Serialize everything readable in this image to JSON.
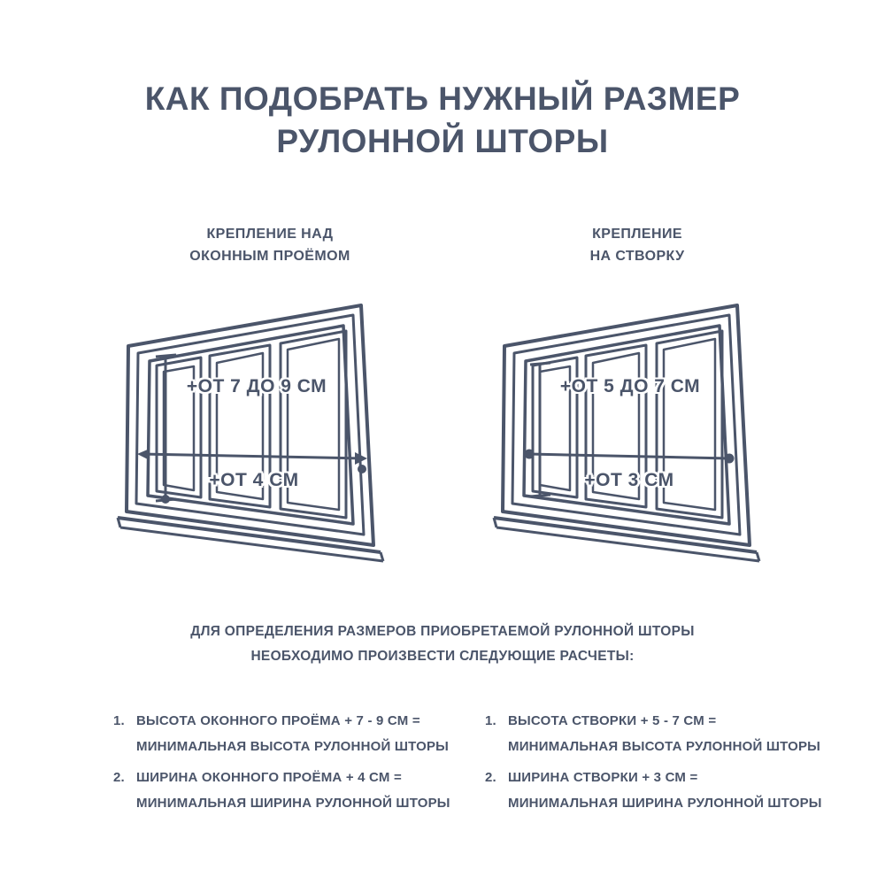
{
  "page": {
    "background": "#ffffff",
    "ink_color": "#4b556a"
  },
  "title": {
    "line1": "КАК ПОДОБРАТЬ НУЖНЫЙ РАЗМЕР",
    "line2": "РУЛОННОЙ ШТОРЫ"
  },
  "columns": {
    "left": {
      "subtitle_line1": "КРЕПЛЕНИЕ НАД",
      "subtitle_line2": "ОКОННЫМ ПРОЁМОМ",
      "height_note": "+ОТ 7 ДО 9 СМ",
      "width_note": "+ОТ 4 СМ"
    },
    "right": {
      "subtitle_line1": "КРЕПЛЕНИЕ",
      "subtitle_line2": "НА СТВОРКУ",
      "height_note": "+ОТ 5 ДО 7 СМ",
      "width_note": "+ОТ 3 СМ"
    }
  },
  "instructions": {
    "intro_line1": "ДЛЯ ОПРЕДЕЛЕНИЯ РАЗМЕРОВ ПРИОБРЕТАЕМОЙ РУЛОННОЙ ШТОРЫ",
    "intro_line2": "НЕОБХОДИМО ПРОИЗВЕСТИ СЛЕДУЮЩИЕ РАСЧЕТЫ:",
    "left_items": [
      {
        "num": "1.",
        "formula": "ВЫСОТА ОКОННОГО ПРОЁМА + 7 - 9 СМ =",
        "result": "МИНИМАЛЬНАЯ ВЫСОТА РУЛОННОЙ ШТОРЫ"
      },
      {
        "num": "2.",
        "formula": "ШИРИНА ОКОННОГО ПРОЁМА + 4 СМ =",
        "result": "МИНИМАЛЬНАЯ ШИРИНА РУЛОННОЙ ШТОРЫ"
      }
    ],
    "right_items": [
      {
        "num": "1.",
        "formula": "ВЫСОТА СТВОРКИ + 5 - 7 СМ =",
        "result": "МИНИМАЛЬНАЯ ВЫСОТА РУЛОННОЙ ШТОРЫ"
      },
      {
        "num": "2.",
        "formula": "ШИРИНА СТВОРКИ + 3 СМ =",
        "result": "МИНИМАЛЬНАЯ ШИРИНА РУЛОННОЙ ШТОРЫ"
      }
    ]
  }
}
